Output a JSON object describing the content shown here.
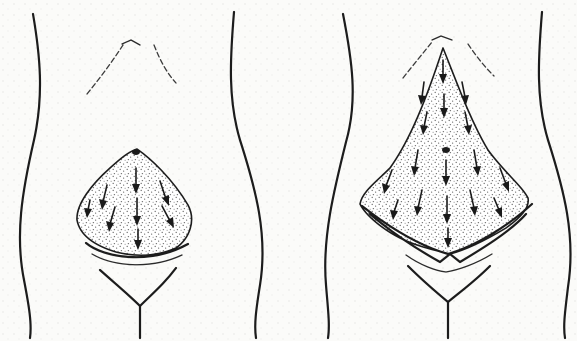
{
  "figure": {
    "panels": [
      {
        "id": "left",
        "flap": "mini-abdominoplasty",
        "arrow_count": 8
      },
      {
        "id": "right",
        "flap": "full-abdominoplasty",
        "arrow_count": 17
      }
    ],
    "colors": {
      "line": "#1c1c1c",
      "stipple": "#6f6f6f",
      "paper": "#fbfbf9"
    }
  }
}
